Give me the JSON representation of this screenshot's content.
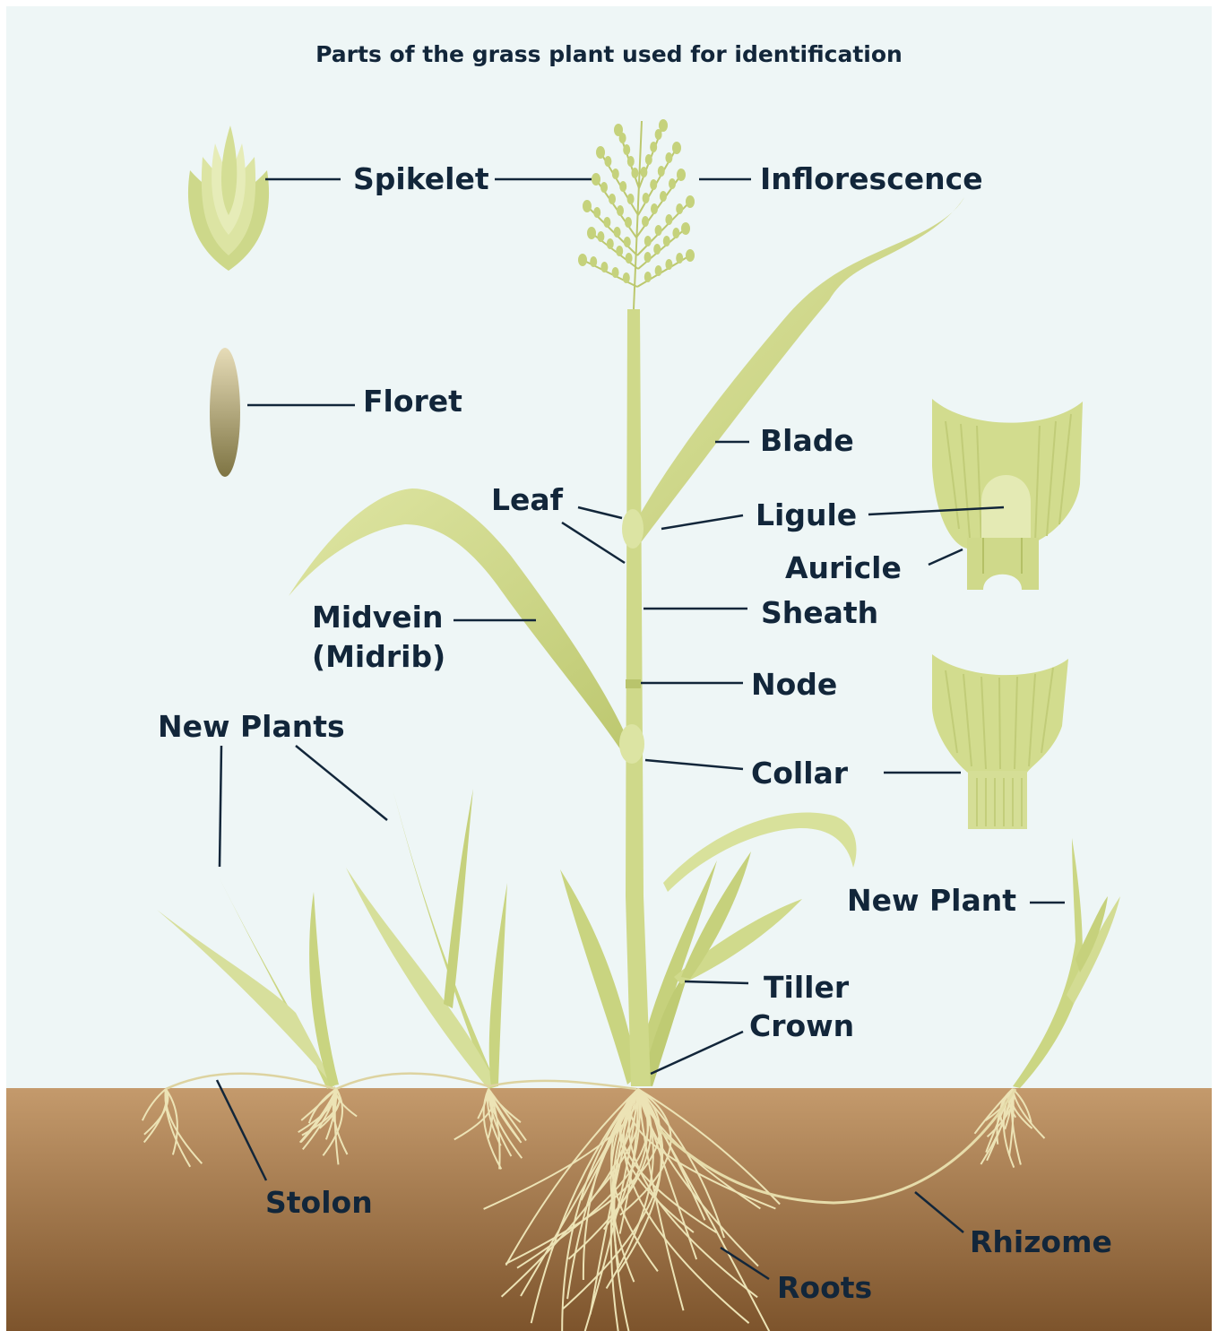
{
  "title": "Parts of the grass plant used for identification",
  "colors": {
    "sky": "#eef6f6",
    "soil_top": "#c49a6c",
    "soil_bottom": "#7d542c",
    "plant": "#d2dc8e",
    "plant_dark": "#aebb5d",
    "root": "#ece3b5",
    "label": "#12263a"
  },
  "labels": {
    "spikelet": "Spikelet",
    "inflorescence": "Inflorescence",
    "floret": "Floret",
    "blade": "Blade",
    "leaf": "Leaf",
    "ligule": "Ligule",
    "auricle": "Auricle",
    "sheath": "Sheath",
    "midvein": "Midvein\n(Midrib)",
    "node": "Node",
    "new_plants": "New Plants",
    "collar": "Collar",
    "new_plant": "New Plant",
    "tiller": "Tiller",
    "crown": "Crown",
    "stolon": "Stolon",
    "rhizome": "Rhizome",
    "roots": "Roots"
  }
}
